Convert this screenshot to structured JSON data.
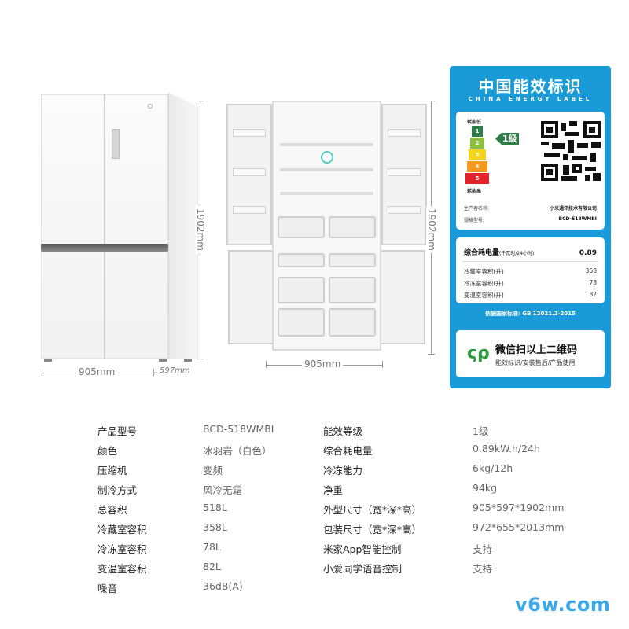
{
  "product_views": {
    "closed": {
      "height_label": "1902mm",
      "width_label": "905mm",
      "depth_label": "597mm"
    },
    "open": {
      "height_label": "1902mm",
      "width_label": "905mm"
    }
  },
  "energy_label": {
    "title": "中国能效标识",
    "subtitle": "CHINA ENERGY LABEL",
    "low_consumption": "耗能低",
    "high_consumption": "耗能高",
    "grades": [
      {
        "num": "1",
        "color": "#2e7d48"
      },
      {
        "num": "2",
        "color": "#8cbf3f"
      },
      {
        "num": "3",
        "color": "#f5d51c"
      },
      {
        "num": "4",
        "color": "#f39a1e"
      },
      {
        "num": "5",
        "color": "#e32229"
      }
    ],
    "grade_tag": "1级",
    "manufacturer_label": "生产者名称:",
    "manufacturer_value": "小米通讯技术有限公司",
    "model_label": "规格型号:",
    "model_value": "BCD-518WMBI",
    "consumption_label": "综合耗电量",
    "consumption_unit": "(千瓦时/24小时)",
    "consumption_value": "0.89",
    "rows": [
      {
        "label": "冷藏室容积(升)",
        "value": "358"
      },
      {
        "label": "冷冻室容积(升)",
        "value": "78"
      },
      {
        "label": "变温室容积(升)",
        "value": "82"
      }
    ],
    "standard": "依据国家标准: GB 12021.2-2015",
    "scan_title": "微信扫以上二维码",
    "scan_subtitle": "能效标识/安装售后/产品使用",
    "brand_color": "#1a9ad6"
  },
  "specs": {
    "left": [
      {
        "key": "产品型号",
        "value": "BCD-518WMBI"
      },
      {
        "key": "颜色",
        "value": "冰羽岩（白色）"
      },
      {
        "key": "压缩机",
        "value": "变频"
      },
      {
        "key": "制冷方式",
        "value": "风冷无霜"
      },
      {
        "key": "总容积",
        "value": "518L"
      },
      {
        "key": "冷藏室容积",
        "value": "358L"
      },
      {
        "key": "冷冻室容积",
        "value": "78L"
      },
      {
        "key": "变温室容积",
        "value": "82L"
      },
      {
        "key": "噪音",
        "value": "36dB(A)"
      }
    ],
    "right": [
      {
        "key": "能效等级",
        "value": "1级"
      },
      {
        "key": "综合耗电量",
        "value": "0.89kW.h/24h"
      },
      {
        "key": "冷冻能力",
        "value": "6kg/12h"
      },
      {
        "key": "净重",
        "value": "94kg"
      },
      {
        "key": "外型尺寸（宽*深*高）",
        "value": "905*597*1902mm"
      },
      {
        "key": "包装尺寸（宽*深*高）",
        "value": "972*655*2013mm"
      },
      {
        "key": "米家App智能控制",
        "value": "支持"
      },
      {
        "key": "小爱同学语音控制",
        "value": "支持"
      }
    ]
  },
  "watermark": "v6w.com"
}
